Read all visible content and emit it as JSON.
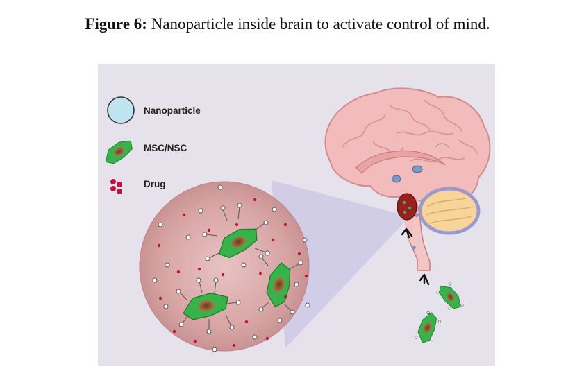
{
  "figure": {
    "caption_label": "Figure 6:",
    "caption_text": " Nanoparticle inside brain to activate control of mind."
  },
  "legend": {
    "items": [
      {
        "label": "Nanoparticle",
        "icon": "nanoparticle-icon"
      },
      {
        "label": "MSC/NSC",
        "icon": "cell-icon"
      },
      {
        "label": "Drug",
        "icon": "drug-icon"
      }
    ]
  },
  "colors": {
    "panel_bg": "#e6e2ec",
    "brain_pink": "#f2b8b8",
    "brain_outline": "#d98a8a",
    "cerebellum": "#f7d49a",
    "cell_green": "#35b24a",
    "nucleus_brown": "#8a5a32",
    "drug_red": "#c0143c",
    "nanoparticle_blue": "#bfe3ef",
    "circle_bg": "#d9a9a9"
  }
}
